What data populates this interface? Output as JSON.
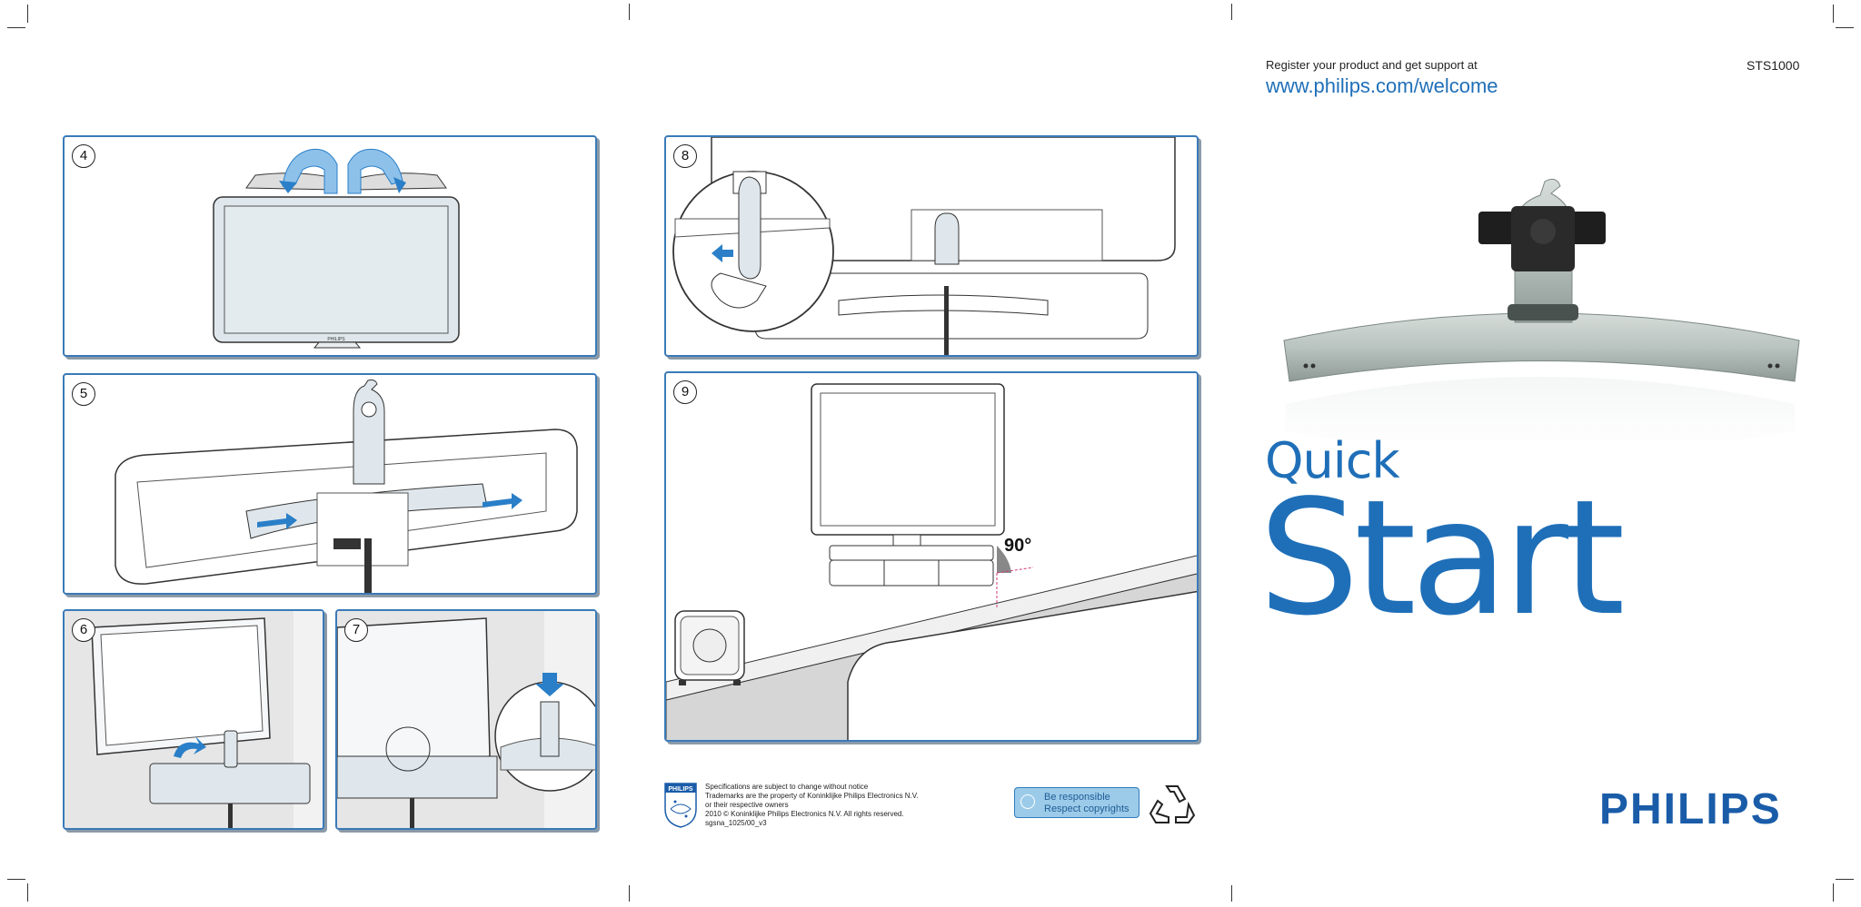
{
  "header": {
    "register_text": "Register your product and get support at",
    "url": "www.philips.com/welcome",
    "model": "STS1000"
  },
  "cover": {
    "title_small": "Quick",
    "title_large": "Start",
    "brand": "PHILIPS"
  },
  "steps": [
    {
      "number": "4",
      "tv_brand": "PHILIPS"
    },
    {
      "number": "5"
    },
    {
      "number": "6"
    },
    {
      "number": "7"
    },
    {
      "number": "8"
    },
    {
      "number": "9",
      "angle_label": "90°"
    }
  ],
  "footer": {
    "shield_label": "PHILIPS",
    "legal_lines": [
      "Specifications are subject to change without notice",
      "Trademarks are the property of Koninklijke Philips Electronics N.V.",
      "or their respective owners",
      "2010 © Koninklijke Philips Electronics N.V.  All rights reserved.",
      "sgsna_1025/00_v3"
    ],
    "badge_line1": "Be responsible",
    "badge_line2": "Respect copyrights"
  },
  "colors": {
    "accent_blue": "#1f6fb8",
    "panel_border": "#3a7ab8",
    "arrow_blue": "#2a7fc8"
  }
}
